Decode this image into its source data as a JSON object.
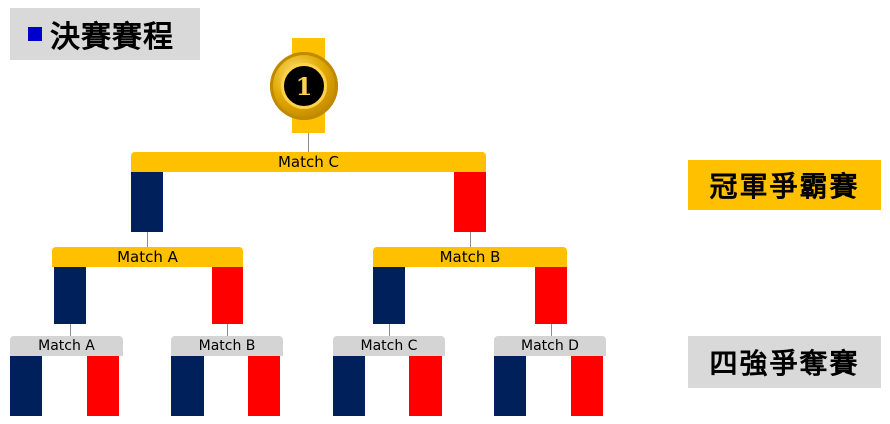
{
  "title": "決賽賽程",
  "labels": {
    "final": "冠軍爭霸賽",
    "semi": "四強爭奪賽"
  },
  "medal": {
    "number": "1"
  },
  "matches": {
    "final": "Match C",
    "semi_left": "Match A",
    "semi_right": "Match B",
    "qf": [
      "Match A",
      "Match B",
      "Match C",
      "Match D"
    ]
  },
  "colors": {
    "gold": "#ffc000",
    "gray": "#d4d4d4",
    "navy": "#00205b",
    "red": "#ff0000"
  }
}
